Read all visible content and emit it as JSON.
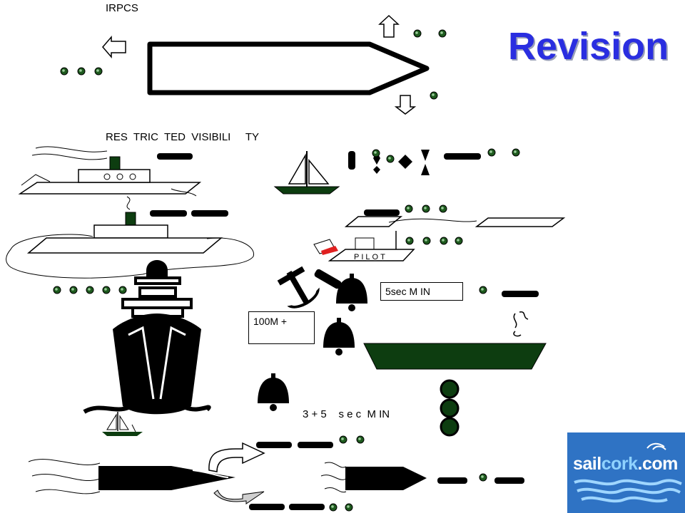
{
  "slide": {
    "title": "Revision",
    "irpcs_label": "IRPCS",
    "restricted_label": "RES  TRIC  TED  VISIBILI     TY",
    "pilot_label": "PILOT",
    "box_5sec": "5sec      M IN",
    "box_100m": "100M +",
    "label_3_5": "3 + 5    s e c  M IN"
  },
  "logo": {
    "text_left": "sail",
    "text_mid": "cork",
    "text_right": ".com"
  },
  "colors": {
    "title": "#2a2ee0",
    "logo_bg": "#2f73c4",
    "hull_green": "#0d3d10",
    "dot_green": "#1e5a1e"
  }
}
